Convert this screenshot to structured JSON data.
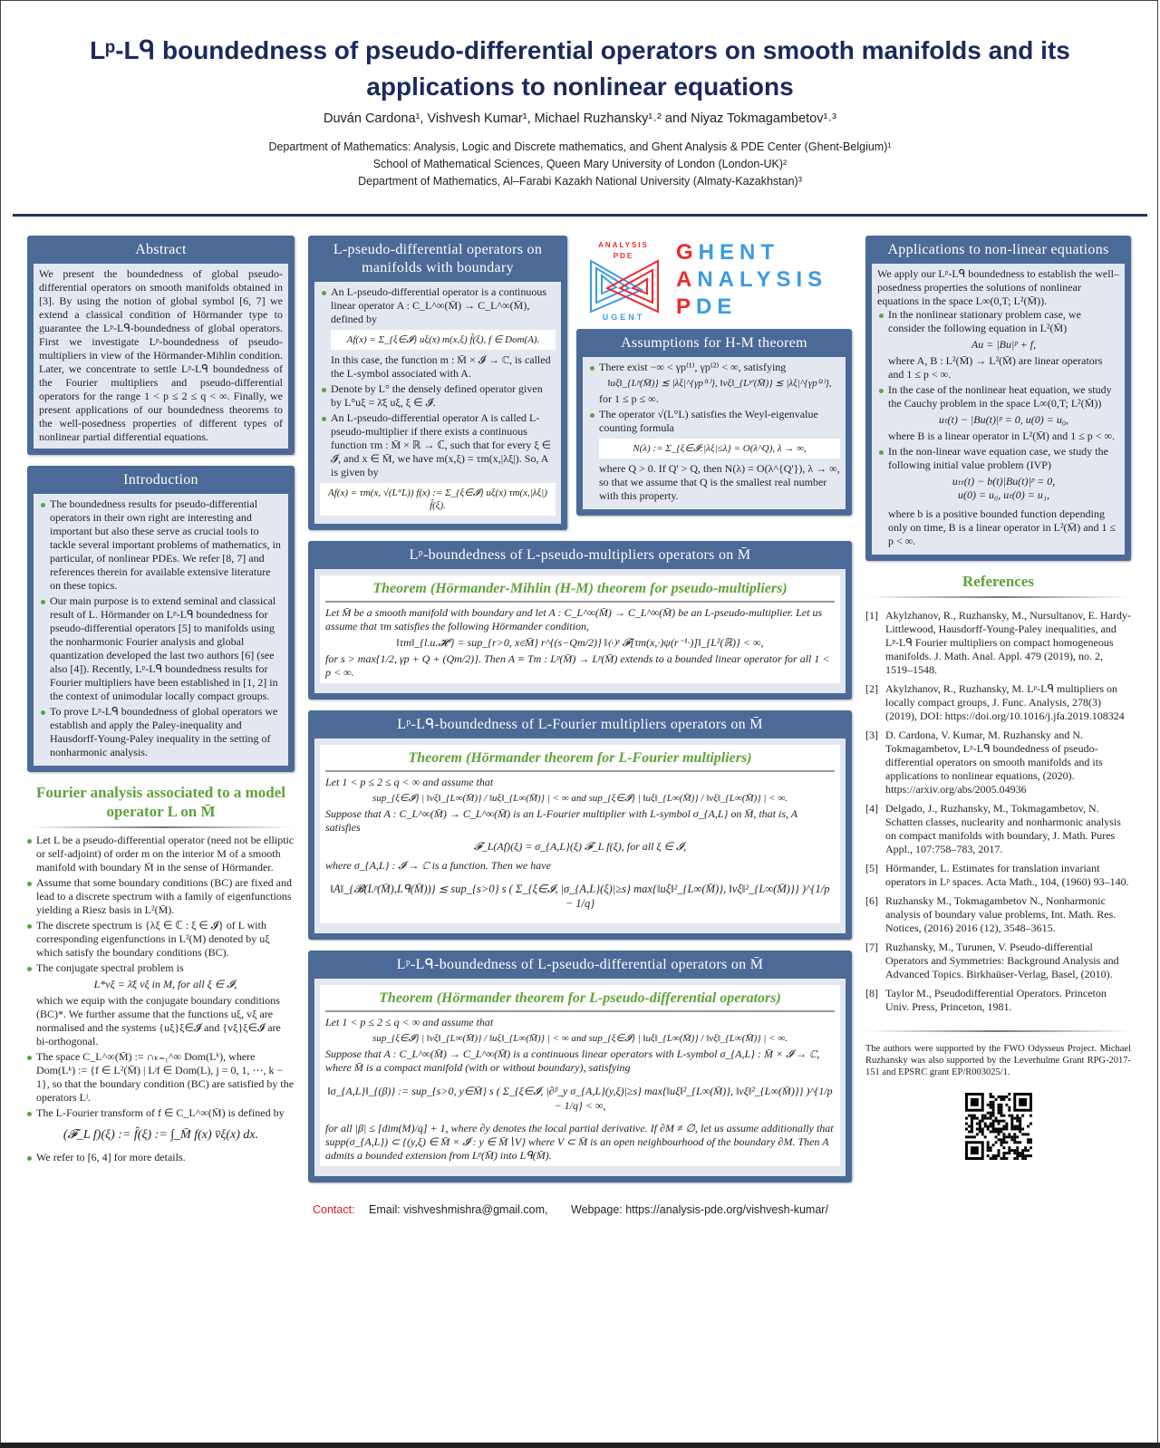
{
  "header": {
    "title": "Lᵖ-Lᑫ boundedness of pseudo-differential operators on smooth manifolds and its applications to nonlinear equations",
    "authors": "Duván Cardona¹, Vishvesh Kumar¹, Michael Ruzhansky¹˒² and Niyaz Tokmagambetov¹˒³",
    "affiliations": [
      "Department of Mathematics: Analysis, Logic and Discrete mathematics, and Ghent Analysis & PDE Center (Ghent-Belgium)¹",
      "School of Mathematical Sciences, Queen Mary University of London (London-UK)²",
      "Department of Mathematics, Al–Farabi Kazakh National University (Almaty-Kazakhstan)³"
    ]
  },
  "abstract": {
    "title": "Abstract",
    "text": "We present the boundedness of global pseudo-differential operators on smooth manifolds obtained in [3]. By using the notion of global symbol [6, 7] we extend a classical condition of Hörmander type to guarantee the Lᵖ-Lᑫ-boundedness of global operators. First we investigate Lᵖ-boundedness of pseudo-multipliers in view of the Hörmander-Mihlin condition. Later, we concentrate to settle Lᵖ-Lᑫ boundedness of the Fourier multipliers and pseudo-differential operators for the range 1 < p ≤ 2 ≤ q < ∞. Finally, we present applications of our boundedness theorems to the well-posedness properties of different types of nonlinear partial differential equations."
  },
  "introduction": {
    "title": "Introduction",
    "items": [
      "The boundedness results for pseudo-differential operators in their own right are interesting and important but also these serve as crucial tools to tackle several important problems of mathematics, in particular, of nonlinear PDEs. We refer [8, 7] and references therein for available extensive literature on these topics.",
      "Our main purpose is to extend seminal and classical result of L. Hörmander on Lᵖ-Lᑫ boundedness for pseudo-differential operators [5] to manifolds using the nonharmonic Fourier analysis and global quantization developed the last two authors [6] (see also [4]). Recently, Lᵖ-Lᑫ boundedness results for Fourier multipliers have been established in [1, 2] in the context of unimodular locally compact groups.",
      "To prove Lᵖ-Lᑫ boundedness of global operators we establish and apply the Paley-inequality and Hausdorff-Young-Paley inequality in the setting of nonharmonic analysis."
    ]
  },
  "fourier_analysis": {
    "title": "Fourier analysis associated to a model operator L on M̄",
    "items": [
      "Let L be a pseudo-differential operator (need not be elliptic or self-adjoint) of order m on the interior M of a smooth manifold with boundary M̄ in the sense of Hörmander.",
      "Assume that some boundary conditions (BC) are fixed and lead to a discrete spectrum with a family of eigenfunctions yielding a Riesz basis in L²(M̄).",
      "The discrete spectrum is {λξ ∈ ℂ : ξ ∈ 𝓘} of L with corresponding eigenfunctions in L²(M) denoted by uξ which satisfy the boundary conditions (BC).",
      "The conjugate spectral problem is",
      "The space C_L^∞(M̄) := ∩ₖ₌₁^∞ Dom(Lᵏ), where Dom(Lᵏ) := {f ∈ L²(M̄) | Lʲf ∈ Dom(L), j = 0, 1, ⋯, k − 1}, so that the boundary condition (BC) are satisfied by the operators Lʲ.",
      "The L-Fourier transform of f ∈ C_L^∞(M̄) is defined by"
    ],
    "conjugate_eq": "L*vξ = λ̄ξ vξ in M,  for all ξ ∈ 𝓘,",
    "conjugate_after": "which we equip with the conjugate boundary conditions (BC)*. We further assume that the functions uξ, vξ are normalised and the systems {uξ}ξ∈𝓘 and {vξ}ξ∈𝓘 are bi-orthogonal.",
    "transform_eq": "(𝓕_L f)(ξ) := f̂(ξ) := ∫_M̄ f(x) v̄ξ(x) dx.",
    "refer": "We refer to [6, 4] for more details."
  },
  "l_pseudo": {
    "title": "L-pseudo-differential operators on manifolds with boundary",
    "item1": "An L-pseudo-differential operator is a continuous linear operator A : C_L^∞(M̄) → C_L^∞(M̄), defined by",
    "eq1": "Af(x) = Σ_{ξ∈𝓘} uξ(x) m(x,ξ) f̂(ξ),  f ∈ Dom(A).",
    "after1": "In this case, the function m : M̄ × 𝓘 → ℂ, is called the L-symbol associated with A.",
    "item2": "Denote by L° the densely defined operator given by L°uξ = λ̄ξ uξ,   ξ ∈ 𝓘.",
    "item3": "An L-pseudo-differential operator A is called L-pseudo-multiplier if there exists a continuous function τm : M̄ × ℝ → ℂ, such that for every ξ ∈ 𝓘, and x ∈ M̄, we have m(x,ξ) = τm(x,|λξ|). So, A is given by",
    "eq2": "Af(x) = τm(x, √(L°L)) f(x) := Σ_{ξ∈𝓘} uξ(x) τm(x,|λξ|) f̂(ξ)."
  },
  "logo": {
    "small_top": "ANALYSIS",
    "small_mid": "PDE",
    "small_bottom": "UGENT",
    "line1": "GHENT",
    "line2": "ANALYSIS",
    "line3": "PDE",
    "red": "#f0282d",
    "blue": "#3a9be6"
  },
  "assumptions": {
    "title": "Assumptions for H-M theorem",
    "item1": "There exist −∞ < γp⁽¹⁾, γp⁽²⁾ < ∞, satisfying",
    "eq1": "‖uξ‖_{Lᵖ(M̄)} ≲ |λξ|^{γp⁽¹⁾},  ‖vξ‖_{Lᵖ'(M̄)} ≲ |λξ|^{γp⁽²⁾},",
    "after1": "for 1 ≤ p ≤ ∞.",
    "item2": "The operator √(L°L) satisfies the Weyl-eigenvalue counting formula",
    "eq2": "N(λ) := Σ_{ξ∈𝓘:|λξ|≤λ} = O(λ^Q), λ → ∞,",
    "after2": "where Q > 0. If Q' > Q, then N(λ) = O(λ^{Q'}), λ → ∞, so that we assume that Q is the smallest real number with this property."
  },
  "lp_multipliers": {
    "title": "Lᵖ-boundedness of L-pseudo-multipliers operators on M̄",
    "theorem_title": "Theorem (Hörmander-Mihlin (H-M) theorem for pseudo-multipliers)",
    "text1": "Let M̄ be a smooth manifold with boundary and let A : C_L^∞(M̄) → C_L^∞(M̄) be an L-pseudo-multiplier. Let us assume that τm satisfies the following Hörmander condition,",
    "eq": "‖τm‖_{l.u.𝓗ˢ} = sup_{r>0, x∈M̄} r^{(s−Qm/2)} ‖⟨·⟩ˢ 𝓕[τm(x,·)ψ(r⁻¹·)]‖_{L²(ℝ)} < ∞,",
    "text2": "for s > max{1/2, γp + Q + (Qm/2)}. Then A ≡ Tm : Lᵖ(M̄) → Lᵖ(M̄) extends to a bounded linear operator for all 1 < p < ∞."
  },
  "fourier_multipliers": {
    "title": "Lᵖ-Lᑫ-boundedness of L-Fourier multipliers operators on M̄",
    "theorem_title": "Theorem (Hörmander theorem for L-Fourier multipliers)",
    "text1": "Let 1 < p ≤ 2 ≤ q < ∞ and assume that",
    "eq1": "sup_{ξ∈𝓘} | ‖vξ‖_{L∞(M̄)} / ‖uξ‖_{L∞(M̄)} | < ∞   and   sup_{ξ∈𝓘} | ‖uξ‖_{L∞(M̄)} / ‖vξ‖_{L∞(M̄)} | < ∞.",
    "text2": "Suppose that A : C_L^∞(M̄) → C_L^∞(M̄) is an L-Fourier multiplier with L-symbol σ_{A,L} on M̄, that is, A satisfies",
    "eq2": "𝓕_L(Af)(ξ) = σ_{A,L}(ξ) 𝓕_L f(ξ),    for all ξ ∈ 𝓘,",
    "text3": "where σ_{A,L} : 𝓘 → ℂ is a function. Then we have",
    "eq3": "‖A‖_{𝓑(Lᵖ(M̄),Lᑫ(M̄))} ≲ sup_{s>0} s ( Σ_{ξ∈𝓘, |σ_{A,L}(ξ)|≥s} max{‖uξ‖²_{L∞(M̄)}, ‖vξ‖²_{L∞(M̄)}} )^{1/p − 1/q}"
  },
  "pdo": {
    "title": "Lᵖ-Lᑫ-boundedness of L-pseudo-differential operators on M̄",
    "theorem_title": "Theorem (Hörmander theorem for L-pseudo-differential operators)",
    "text1": "Let 1 < p ≤ 2 ≤ q < ∞ and assume that",
    "eq1": "sup_{ξ∈𝓘} | ‖vξ‖_{L∞(M̄)} / ‖uξ‖_{L∞(M̄)} | < ∞   and   sup_{ξ∈𝓘} | ‖uξ‖_{L∞(M̄)} / ‖vξ‖_{L∞(M̄)} | < ∞.",
    "text2": "Suppose that A : C_L^∞(M̄) → C_L^∞(M̄) is a continuous linear operators with L-symbol σ_{A,L} : M̄ × 𝓘 → ℂ, where M̄ is a compact manifold (with or without boundary), satisfying",
    "eq2": "‖σ_{A,L}‖_{(β)} := sup_{s>0, y∈M̄} s ( Σ_{ξ∈𝓘, |∂ᵝ_y σ_{A,L}(y,ξ)|≥s} max{‖uξ‖²_{L∞(M̄)}, ‖vξ‖²_{L∞(M̄)}} )^{1/p − 1/q} < ∞,",
    "text3": "for all |β| ≤ [dim(M)/q] + 1, where ∂y denotes the local partial derivative. If ∂M ≠ ∅, let us assume additionally that supp(σ_{A,L}) ⊂ {(y,ξ) ∈ M̄ × 𝓘 : y ∈ M̄∖V} where V ⊂ M̄ is an open neighbourhood of the boundary ∂M. Then A admits a bounded extension from Lᵖ(M̄) into Lᑫ(M̄)."
  },
  "applications": {
    "title": "Applications to non-linear equations",
    "intro": "We apply our Lᵖ-Lᑫ boundedness to establish the well–posedness properties the solutions of nonlinear equations in the space L∞(0,T; L²(M̄)).",
    "item1": "In the nonlinear stationary problem case, we consider the following equation in L²(M̄)",
    "eq1": "Au = |Bu|ᵖ + f,",
    "after1": "where A, B : L²(M̄) → L²(M̄) are linear operators and 1 ≤ p < ∞.",
    "item2": "In the case of the nonlinear heat equation, we study the Cauchy problem in the space L∞(0,T; L²(M̄))",
    "eq2": "uₜ(t) − |Bu(t)|ᵖ = 0, u(0) = u₀,",
    "after2": "where B is a linear operator in L²(M̄) and 1 ≤ p < ∞.",
    "item3": "In the non-linear wave equation case, we study the following initial value problem (IVP)",
    "eq3a": "uₜₜ(t) − b(t)|Bu(t)|ᵖ = 0,",
    "eq3b": "u(0) = u₀,  uₜ(0) = u₁,",
    "after3": "where b is a positive bounded function depending only on time, B is a linear operator in L²(M̄) and 1 ≤ p < ∞."
  },
  "references": {
    "title": "References",
    "items": [
      {
        "num": "[1]",
        "text": "Akylzhanov, R., Ruzhansky, M., Nursultanov, E. Hardy-Littlewood, Hausdorff-Young-Paley inequalities, and Lᵖ-Lᑫ Fourier multipliers on compact homogeneous manifolds. J. Math. Anal. Appl. 479 (2019), no. 2, 1519–1548."
      },
      {
        "num": "[2]",
        "text": "Akylzhanov, R., Ruzhansky, M. Lᵖ-Lᑫ multipliers on locally compact groups, J. Func. Analysis, 278(3) (2019), DOI: https://doi.org/10.1016/j.jfa.2019.108324"
      },
      {
        "num": "[3]",
        "text": "D. Cardona, V. Kumar, M. Ruzhansky and N. Tokmagambetov, Lᵖ-Lᑫ boundedness of pseudo-differential operators on smooth manifolds and its applications to nonlinear equations, (2020). https://arxiv.org/abs/2005.04936"
      },
      {
        "num": "[4]",
        "text": "Delgado, J., Ruzhansky, M., Tokmagambetov, N. Schatten classes, nuclearity and nonharmonic analysis on compact manifolds with boundary, J. Math. Pures Appl., 107:758–783, 2017."
      },
      {
        "num": "[5]",
        "text": "Hörmander, L. Estimates for translation invariant operators in Lᵖ spaces. Acta Math., 104, (1960) 93–140."
      },
      {
        "num": "[6]",
        "text": "Ruzhansky M., Tokmagambetov N., Nonharmonic analysis of boundary value problems, Int. Math. Res. Notices, (2016) 2016 (12), 3548–3615."
      },
      {
        "num": "[7]",
        "text": "Ruzhansky, M., Turunen, V. Pseudo-differential Operators and Symmetries: Background Analysis and Advanced Topics. Birkhaüser-Verlag, Basel, (2010)."
      },
      {
        "num": "[8]",
        "text": "Taylor M., Pseudodifferential Operators. Princeton Univ. Press, Princeton, 1981."
      }
    ]
  },
  "support": "The authors were supported by the FWO Odysseus Project. Michael Ruzhansky was also supported by the Leverhulme Grant RPG-2017-151 and EPSRC grant EP/R003025/1.",
  "contact": {
    "label": "Contact:",
    "email": "Email: vishveshmishra@gmail.com,",
    "webpage": "Webpage: https://analysis-pde.org/vishvesh-kumar/"
  },
  "colors": {
    "navy": "#1b2a5c",
    "box_header": "#4c6a97",
    "box_body": "#e3e8f0",
    "green": "#5ea23a",
    "contact_red": "#e0201b"
  }
}
